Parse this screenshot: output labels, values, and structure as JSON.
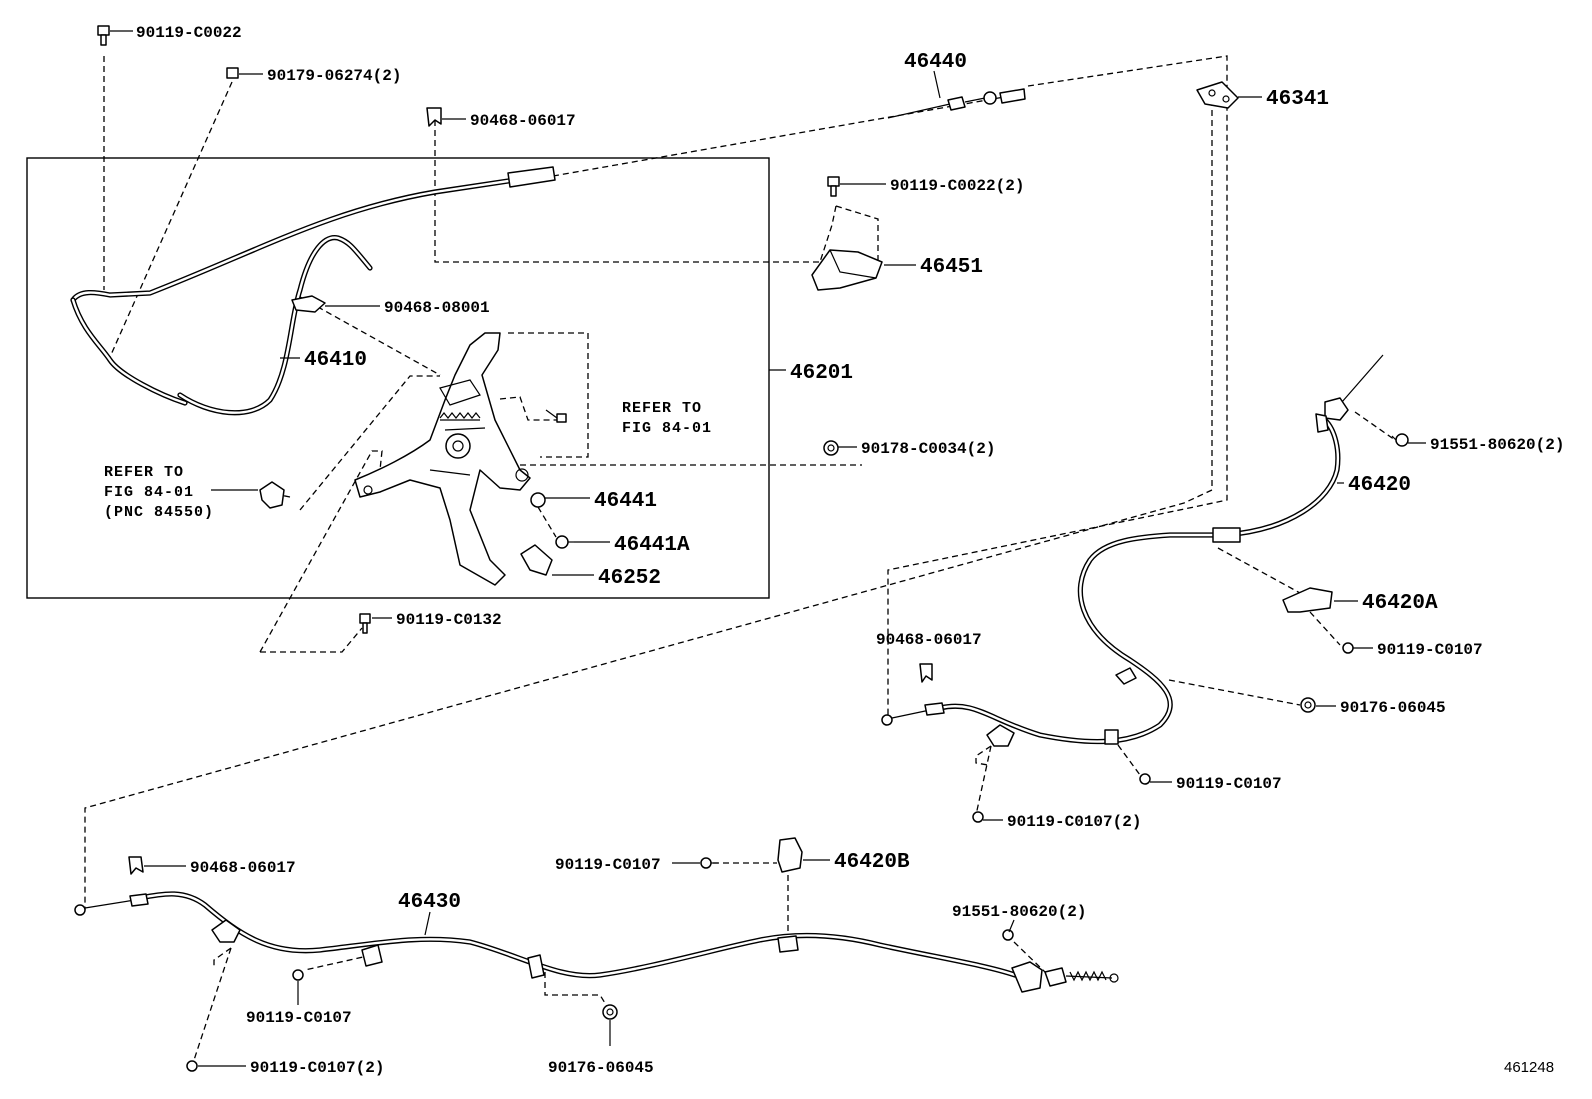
{
  "diagram": {
    "figure_number": "461248",
    "assembly_box_label": "46201",
    "notes": {
      "refer_left": [
        "REFER TO",
        "FIG 84-01",
        "(PNC 84550)"
      ],
      "refer_center": [
        "REFER TO",
        "FIG 84-01"
      ]
    },
    "parts": {
      "bolt_top_left": "90119-C0022",
      "clip_top": "90179-06274(2)",
      "retainer_top": "90468-06017",
      "cable_front": "46440",
      "equalizer": "46341",
      "bolt_bracket": "90119-C0022(2)",
      "bracket": "46451",
      "clamp_cable": "90468-08001",
      "cable_release": "46410",
      "lever_assembly": "46201",
      "nut_center": "90178-C0034(2)",
      "nut_46441": "46441",
      "nut_46441a": "46441A",
      "cover": "46252",
      "bolt_lower_center": "90119-C0132",
      "bolt_rear_right_end": "91551-80620(2)",
      "cable_rear_right": "46420",
      "clamp_46420a": "46420A",
      "bolt_46420a": "90119-C0107",
      "retainer_right": "90468-06017",
      "grommet_right": "90176-06045",
      "bolt_right_mid": "90119-C0107",
      "bolt_right_lower": "90119-C0107(2)",
      "retainer_left": "90468-06017",
      "cable_rear_left": "46430",
      "bolt_46420b": "90119-C0107",
      "clamp_46420b": "46420B",
      "bolt_rear_left_end": "91551-80620(2)",
      "bolt_left_mid": "90119-C0107",
      "bolt_left_lower": "90119-C0107(2)",
      "grommet_left": "90176-06045"
    }
  }
}
